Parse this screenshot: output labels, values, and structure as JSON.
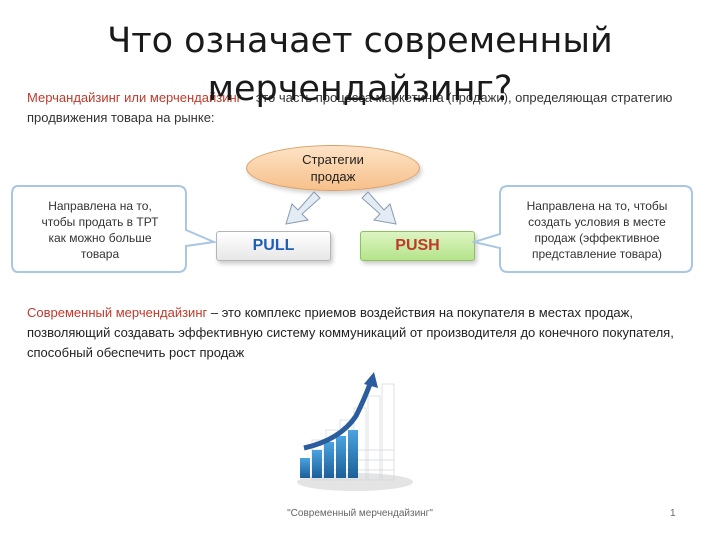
{
  "title": {
    "line1": "Что означает современный",
    "line2": "мерчендайзинг?"
  },
  "intro": {
    "term": "Мерчандайзинг или мерчендайзинг",
    "rest": " – это часть процесса маркетинга (продажи), определяющая стратегию продвижения товара на рынке:"
  },
  "strategies": {
    "line1": "Стратегии",
    "line2": "продаж"
  },
  "pull": {
    "label": "PULL"
  },
  "push": {
    "label": "PUSH"
  },
  "left_callout": {
    "lines": [
      "Направлена на то,",
      "чтобы продать в ТРТ",
      "как можно больше",
      "товара"
    ]
  },
  "right_callout": {
    "lines": [
      "Направлена на то, чтобы",
      "создать условия в месте",
      "продаж (эффективное",
      "представление товара)"
    ]
  },
  "modern": {
    "term": "Современный мерчендайзинг",
    "rest": " – это комплекс приемов воздействия на покупателя в местах продаж, позволяющий создавать эффективную систему коммуникаций от производителя до конечного покупателя, способный обеспечить рост продаж"
  },
  "footer": {
    "text": "\"Современный мерчендайзинг\"",
    "page": "1"
  },
  "colors": {
    "accent_red": "#c0392b",
    "pull_blue": "#1f5fb5",
    "push_green": "#b4e48a",
    "ellipse_orange": "#f7c08a",
    "callout_border": "#a9c6e2"
  }
}
